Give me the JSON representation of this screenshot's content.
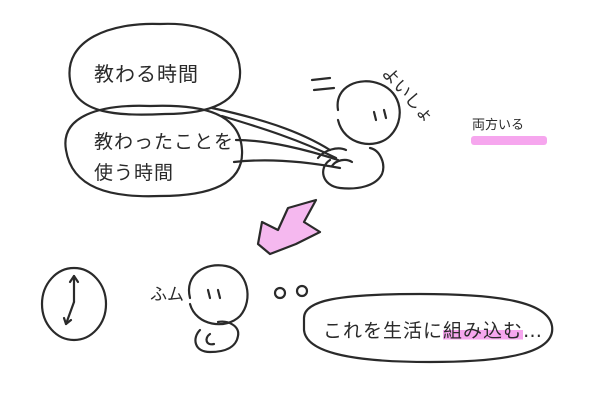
{
  "bubble_top": {
    "text": "教わる時間"
  },
  "bubble_middle": {
    "line1": "教わったことを",
    "line2": "使う時間"
  },
  "legend_note": {
    "text": "両方いる"
  },
  "sound_effect": {
    "text": "よいしょ"
  },
  "murmur": {
    "text": "ふム"
  },
  "thought_bubble": {
    "before": "これを生活に",
    "highlight": "組み込む",
    "after": "…"
  },
  "colors": {
    "highlight": "#f6a6ee",
    "ink": "#2a2a2a",
    "arrow": "#f5b8ef"
  },
  "icons": [
    "clock-icon",
    "arrow-down-icon",
    "character"
  ]
}
